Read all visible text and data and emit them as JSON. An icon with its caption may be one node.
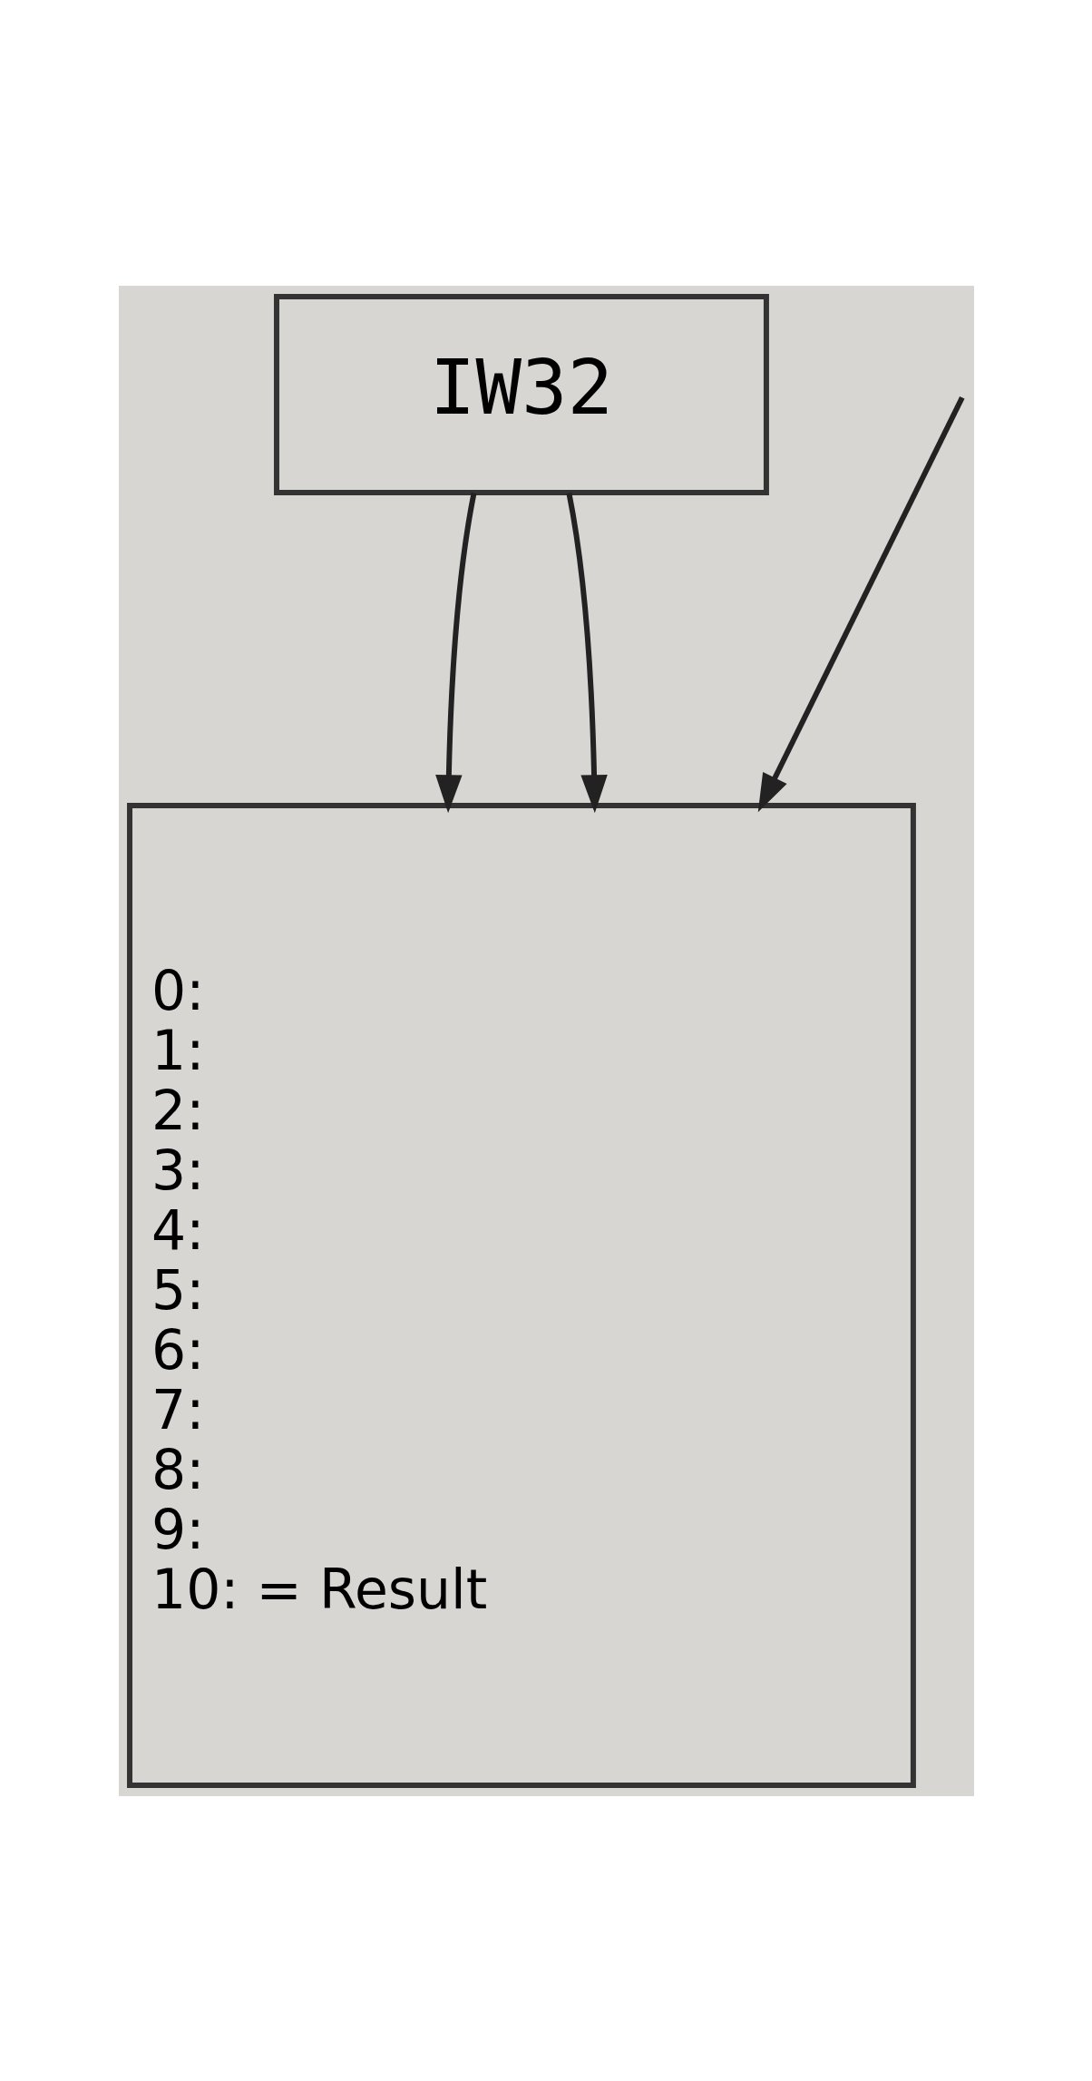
{
  "diagram": {
    "nodes": [
      {
        "text": [
          "IW32"
        ]
      },
      {
        "text": [
          "0:",
          "1:",
          "2:",
          "3:",
          "4:",
          "5:",
          "6:",
          "7:",
          "8:",
          "9:",
          "10: = Result"
        ]
      }
    ],
    "edges": [
      {
        "from": 0,
        "to": 1,
        "arrow": "to"
      },
      {
        "from": 0,
        "to": 1,
        "arrow": "to"
      },
      {
        "from": null,
        "to": 1,
        "arrow": "to"
      }
    ]
  }
}
